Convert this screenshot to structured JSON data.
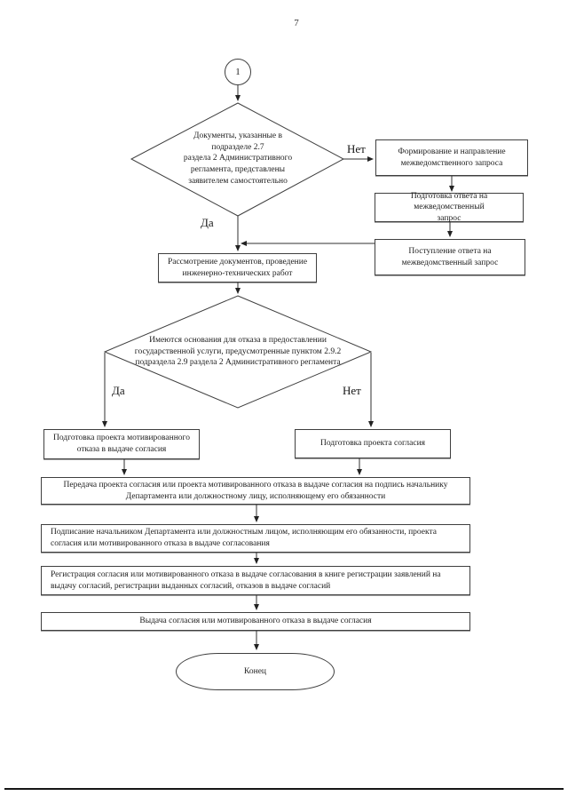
{
  "page": {
    "number": "7",
    "background": "#ffffff",
    "ink_color": "#1e1e1e",
    "border_color": "#3f3f3f"
  },
  "flowchart": {
    "start_connector": "1",
    "decision_docs": {
      "text": "Документы, указанные в\nподразделе  2.7\nраздела 2  Административного\nрегламента,  представлены\nзаявителем самостоятельно",
      "no_label": "Нет",
      "yes_label": "Да"
    },
    "form_request": "Формирование и направление\nмежведомственного запроса",
    "prepare_answer": "Подготовка ответа на межведомственный\nзапрос",
    "receive_answer": "Поступление ответа на\nмежведомственный запрос",
    "review_docs": "Рассмотрение документов, проведение\nинженерно-технических работ",
    "decision_refusal": {
      "text": "Имеются основания для отказа в предоставлении\nгосударственной услуги, предусмотренные пунктом 2.9.2\nподраздела 2.9  раздела 2 Административного регламента",
      "yes_label": "Да",
      "no_label": "Нет"
    },
    "prepare_refusal": "Подготовка проекта мотивированного\nотказа в выдаче согласия",
    "prepare_consent": "Подготовка проекта согласия",
    "transfer_for_signature": "Передача проекта согласия или проекта мотивированного отказа в выдаче согласия на подпись начальнику\nДепартамента или должностному лицу, исполняющему его обязанности",
    "signing": "Подписание начальником Департамента или должностным лицом, исполняющим его обязанности, проекта\nсогласия или мотивированного отказа в выдаче согласования",
    "registration": "Регистрация  согласия или мотивированного отказа в выдаче согласования в книге регистрации заявлений на\nвыдачу согласий, регистрации выданных согласий, отказов в выдаче согласий",
    "issue": "Выдача согласия или мотивированного отказа в выдаче согласия",
    "end_terminator": "Конец"
  }
}
